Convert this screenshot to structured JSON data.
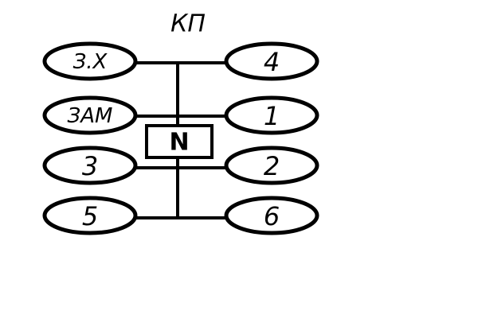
{
  "title": "КП",
  "neutral": "N",
  "gears": {
    "left": [
      "З.Х",
      "ЗАМ",
      "3",
      "5"
    ],
    "right": [
      "4",
      "1",
      "2",
      "6"
    ]
  }
}
